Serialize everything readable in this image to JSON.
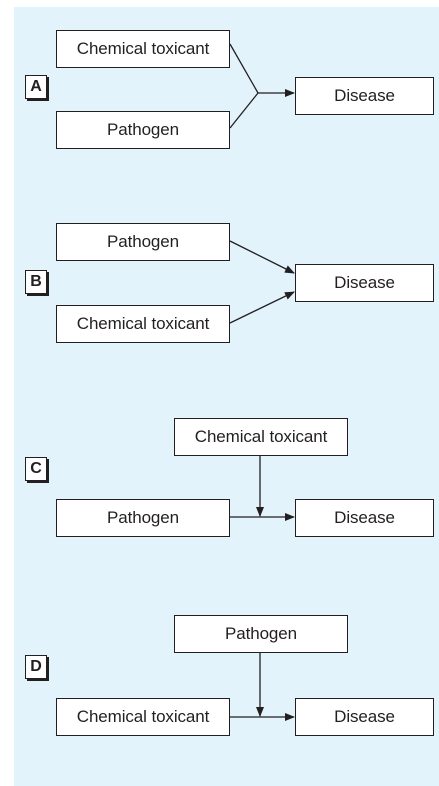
{
  "panels": {
    "a": {
      "label": "A",
      "top_box": "Chemical toxicant",
      "bottom_box": "Pathogen",
      "outcome": "Disease"
    },
    "b": {
      "label": "B",
      "top_box": "Pathogen",
      "bottom_box": "Chemical toxicant",
      "outcome": "Disease"
    },
    "c": {
      "label": "C",
      "modifier": "Chemical toxicant",
      "source": "Pathogen",
      "outcome": "Disease"
    },
    "d": {
      "label": "D",
      "modifier": "Pathogen",
      "source": "Chemical toxicant",
      "outcome": "Disease"
    }
  },
  "colors": {
    "background": "#e3f3fb",
    "box_fill": "#ffffff",
    "line": "#231f20"
  }
}
